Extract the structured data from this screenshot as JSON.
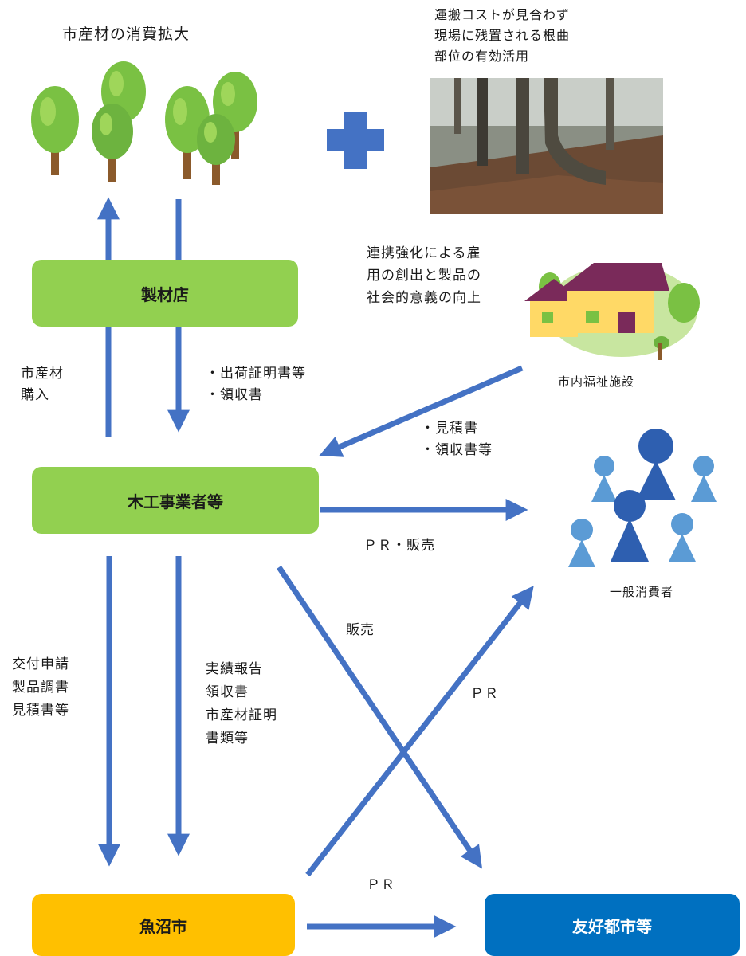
{
  "texts": {
    "title": "市産材の消費拡大",
    "photo_caption": "運搬コストが見合わず\n現場に残置される根曲\n部位の有効活用",
    "welfare_note": "連携強化による雇\n用の創出と製品の\n社会的意義の向上",
    "welfare_facility": "市内福祉施設",
    "general_consumers": "一般消費者"
  },
  "nodes": {
    "sawmill": "製材店",
    "woodworkers": "木工事業者等",
    "uonuma": "魚沼市",
    "friendship": "友好都市等"
  },
  "edges": {
    "purchase": "市産材\n購入",
    "shipping_docs": "・出荷証明書等\n・領収書",
    "estimate_docs": "・見積書\n・領収書等",
    "pr_sales": "ＰＲ・販売",
    "sales": "販売",
    "application": "交付申請\n製品調書\n見積書等",
    "report": "実績報告\n領収書\n市産材証明\n書類等",
    "pr_consumers": "ＰＲ",
    "pr_friendship": "ＰＲ"
  },
  "colors": {
    "arrow": "#4472c4",
    "node_green": "#92d050",
    "node_orange": "#ffc000",
    "node_blue": "#0070c0",
    "tree_leaf": "#7ac143",
    "tree_trunk": "#8b5a2b",
    "plus": "#4472c4",
    "person_dark": "#2e5fb0",
    "person_light": "#5b9bd5"
  }
}
